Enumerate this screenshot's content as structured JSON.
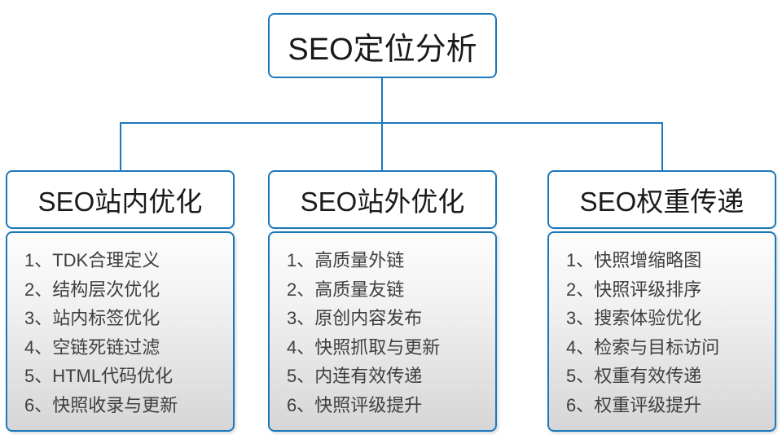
{
  "root": {
    "title": "SEO定位分析"
  },
  "columns": [
    {
      "title": "SEO站内优化",
      "items": [
        "1、TDK合理定义",
        "2、结构层次优化",
        "3、站内标签优化",
        "4、空链死链过滤",
        "5、HTML代码优化",
        "6、快照收录与更新"
      ]
    },
    {
      "title": "SEO站外优化",
      "items": [
        "1、高质量外链",
        "2、高质量友链",
        "3、原创内容发布",
        "4、快照抓取与更新",
        "5、内连有效传递",
        "6、快照评级提升"
      ]
    },
    {
      "title": "SEO权重传递",
      "items": [
        "1、快照增缩略图",
        "2、快照评级排序",
        "3、搜索体验优化",
        "4、检索与目标访问",
        "5、权重有效传递",
        "6、权重评级提升"
      ]
    }
  ],
  "colors": {
    "accent_blue": "#1b78bc",
    "header_text": "#1a1a1a",
    "list_text": "#3f3f3f",
    "list_bg_top": "#fdfdfd",
    "list_bg_bottom": "#d6d6d6"
  }
}
